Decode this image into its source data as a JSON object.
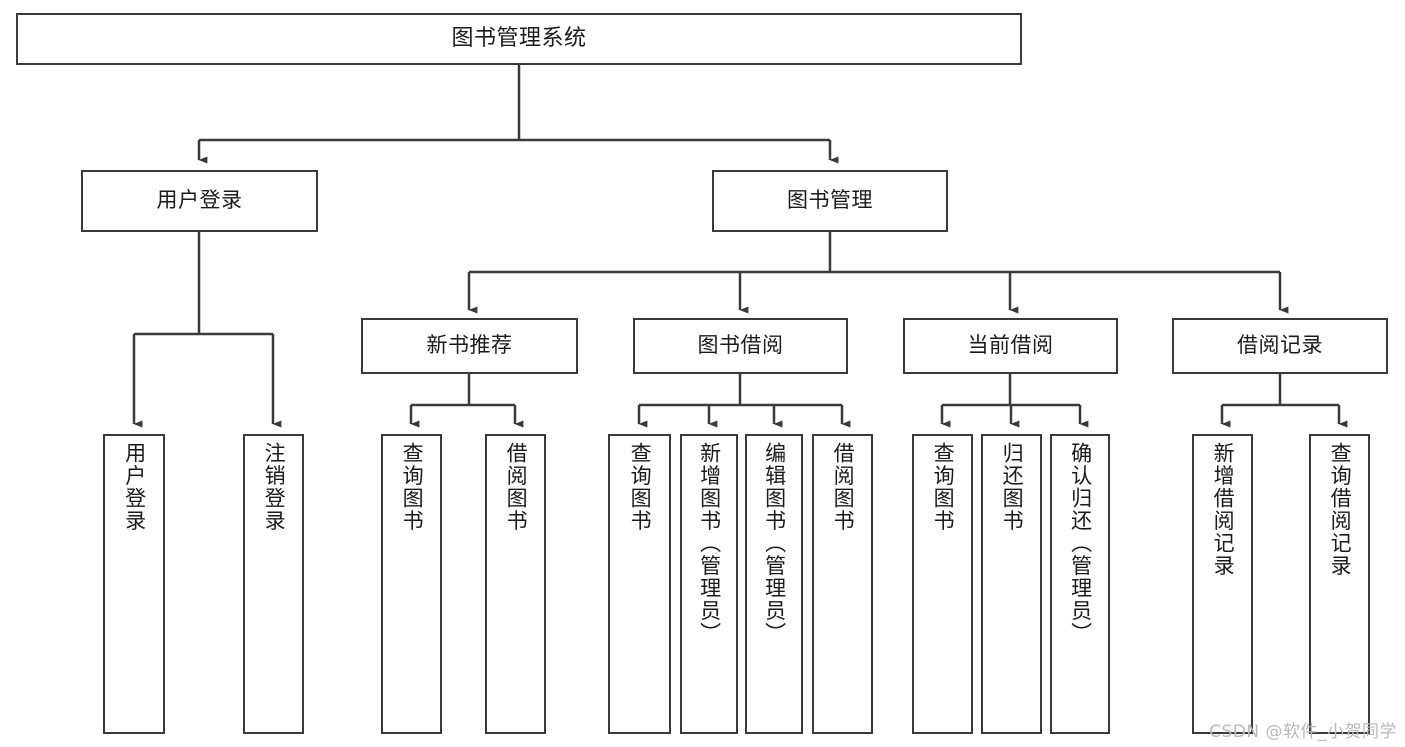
{
  "diagram": {
    "title": "图书管理系统",
    "type": "hierarchy-tree",
    "stroke_color": "#3a3a3a",
    "fill_color": "#ffffff",
    "text_color": "#1b1b1b"
  },
  "root": {
    "label": "图书管理系统"
  },
  "level2": [
    {
      "label": "用户登录"
    },
    {
      "label": "图书管理"
    }
  ],
  "level3": [
    {
      "label": "新书推荐"
    },
    {
      "label": "图书借阅"
    },
    {
      "label": "当前借阅"
    },
    {
      "label": "借阅记录"
    }
  ],
  "leaves": {
    "user_login": [
      {
        "label": "用户登录"
      },
      {
        "label": "注销登录"
      }
    ],
    "new_book_recommend": [
      {
        "label": "查询图书"
      },
      {
        "label": "借阅图书"
      }
    ],
    "book_borrow": [
      {
        "label": "查询图书"
      },
      {
        "label": "新增图书（管理员）"
      },
      {
        "label": "编辑图书（管理员）"
      },
      {
        "label": "借阅图书"
      }
    ],
    "current_borrow": [
      {
        "label": "查询图书"
      },
      {
        "label": "归还图书"
      },
      {
        "label": "确认归还（管理员）"
      }
    ],
    "borrow_record": [
      {
        "label": "新增借阅记录"
      },
      {
        "label": "查询借阅记录"
      }
    ]
  },
  "watermark": {
    "text": "CSDN @软件_小贺同学"
  }
}
